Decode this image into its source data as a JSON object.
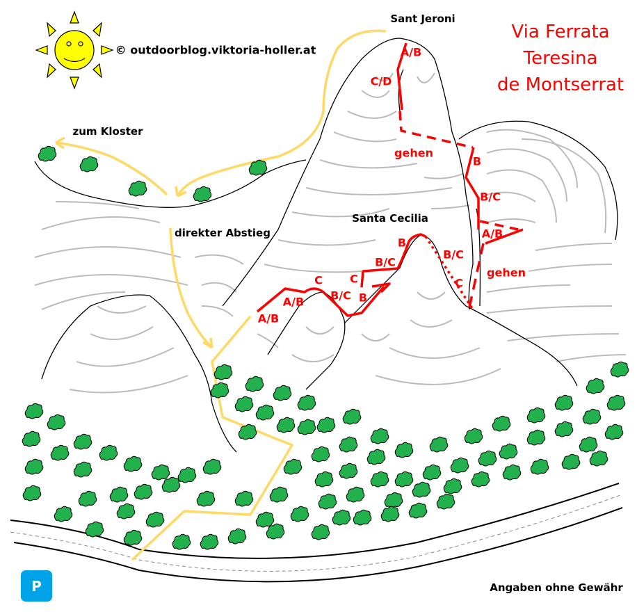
{
  "title": {
    "line1": "Via Ferrata",
    "line2": "Teresina",
    "line3": "de Montserrat"
  },
  "copyright": "© outdoorblog.viktoria-holler.at",
  "peaks": {
    "sant_jeroni": "Sant Jeroni",
    "santa_cecilia": "Santa Cecilia"
  },
  "paths": {
    "zum_kloster": "zum Kloster",
    "direkter_abstieg": "direkter Abstieg"
  },
  "grades": [
    "A/B",
    "C/D",
    "gehen",
    "B",
    "B/C",
    "A/B",
    "gehen",
    "B",
    "B/C",
    "B/C",
    "C",
    "C",
    "A/B",
    "B/C",
    "B",
    "C",
    "A/B"
  ],
  "disclaimer": "Angaben ohne Gewähr",
  "parking": "P",
  "colors": {
    "route": "#ff0000",
    "trail": "#ffd966",
    "tree": "#22b14c",
    "sun": "#ffff00",
    "parking": "#00a2e8"
  },
  "icons": [
    "sun-icon",
    "tree-icon",
    "parking-icon"
  ]
}
